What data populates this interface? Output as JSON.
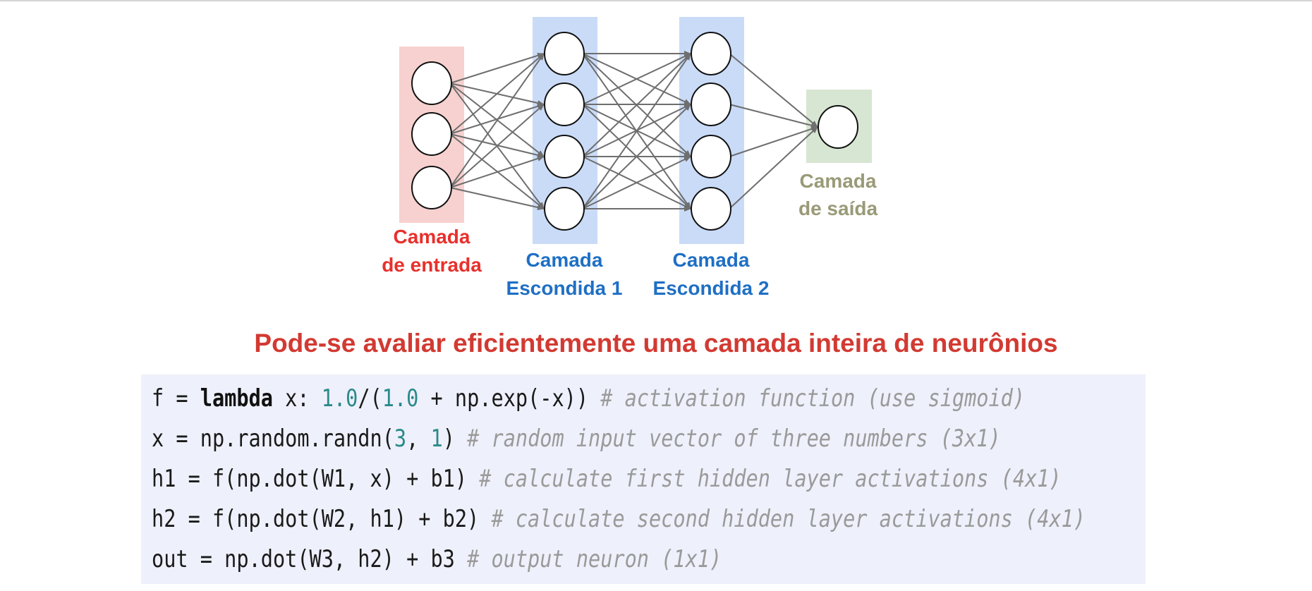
{
  "diagram": {
    "colors": {
      "input_layer": "#f6d1cf",
      "hidden_layer": "#c9dbf7",
      "output_layer": "#d7e6d2",
      "input_label": "#e8302c",
      "hidden_label": "#1f6fc4",
      "output_label": "#9a9a78",
      "edge": "#6e6e6e"
    },
    "layers": [
      {
        "id": "input",
        "neurons": 3,
        "label": [
          "Camada",
          "de entrada"
        ]
      },
      {
        "id": "hidden1",
        "neurons": 4,
        "label": [
          "Camada",
          "Escondida 1"
        ]
      },
      {
        "id": "hidden2",
        "neurons": 4,
        "label": [
          "Camada",
          "Escondida 2"
        ]
      },
      {
        "id": "output",
        "neurons": 1,
        "label": [
          "Camada",
          "de saída"
        ]
      }
    ]
  },
  "headline": "Pode-se avaliar eficientemente uma camada inteira de neurônios",
  "code": [
    [
      {
        "t": "f = ",
        "c": ""
      },
      {
        "t": "lambda",
        "c": "kw"
      },
      {
        "t": " x: ",
        "c": ""
      },
      {
        "t": "1.0",
        "c": "num"
      },
      {
        "t": "/(",
        "c": ""
      },
      {
        "t": "1.0",
        "c": "num"
      },
      {
        "t": " + np.exp(-x)) ",
        "c": ""
      },
      {
        "t": "# activation function (use sigmoid)",
        "c": "cm"
      }
    ],
    [
      {
        "t": "x = np.random.randn(",
        "c": ""
      },
      {
        "t": "3",
        "c": "num"
      },
      {
        "t": ", ",
        "c": ""
      },
      {
        "t": "1",
        "c": "num"
      },
      {
        "t": ") ",
        "c": ""
      },
      {
        "t": "# random input vector of three numbers (3x1)",
        "c": "cm"
      }
    ],
    [
      {
        "t": "h1 = f(np.dot(W1, x) + b1) ",
        "c": ""
      },
      {
        "t": "# calculate first hidden layer activations (4x1)",
        "c": "cm"
      }
    ],
    [
      {
        "t": "h2 = f(np.dot(W2, h1) + b2) ",
        "c": ""
      },
      {
        "t": "# calculate second hidden layer activations (4x1)",
        "c": "cm"
      }
    ],
    [
      {
        "t": "out = np.dot(W3, h2) + b3 ",
        "c": ""
      },
      {
        "t": "# output neuron (1x1)",
        "c": "cm"
      }
    ]
  ]
}
